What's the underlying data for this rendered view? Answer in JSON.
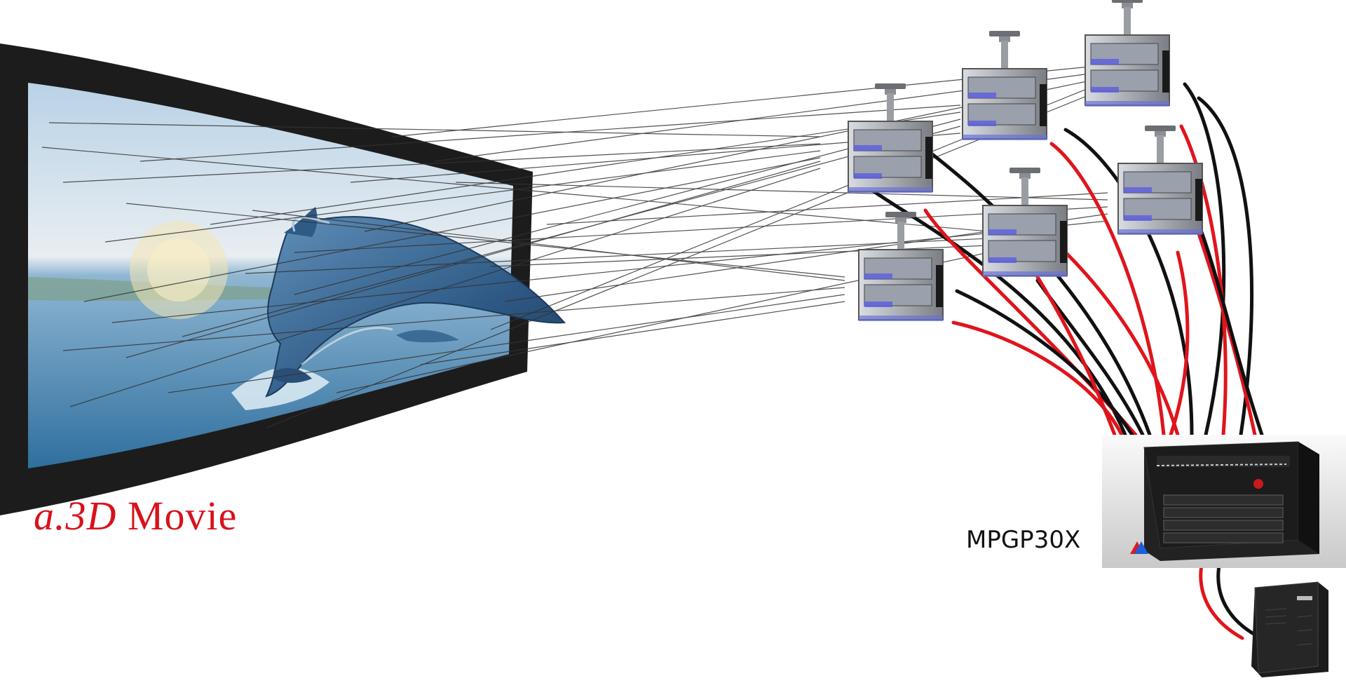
{
  "caption": {
    "prefix": "a.3D",
    "rest": " Movie"
  },
  "processor": {
    "label": "MPGP30X"
  },
  "projectors": [
    {
      "id": "p1"
    },
    {
      "id": "p2"
    },
    {
      "id": "p3"
    },
    {
      "id": "p4"
    },
    {
      "id": "p5"
    },
    {
      "id": "p6"
    },
    {
      "id": "p7"
    }
  ],
  "colors": {
    "caption": "#d8121b",
    "cable_red": "#e0141c",
    "cable_black": "#111111",
    "beam": "#333333"
  },
  "icons": [
    "curved-screen",
    "dolphin-image",
    "projector-icon",
    "processor-unit-icon",
    "server-tower-icon"
  ]
}
